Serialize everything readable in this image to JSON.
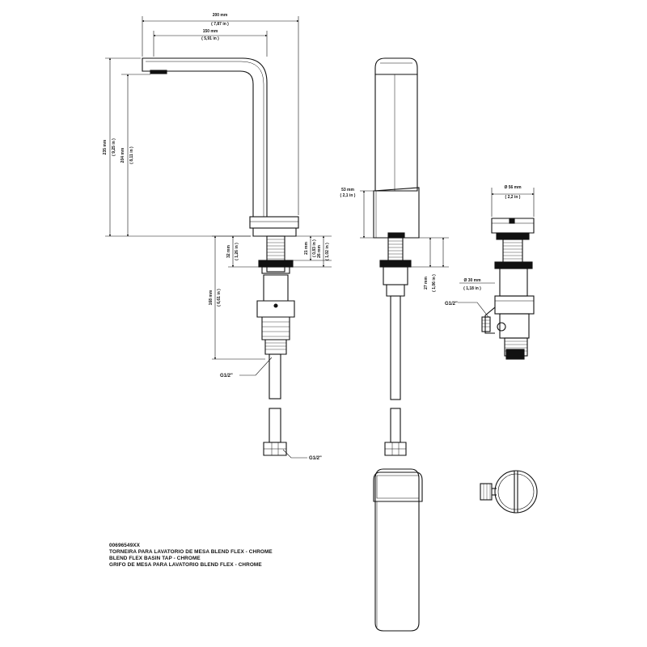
{
  "dimensions": {
    "overall_reach": {
      "mm": "200 mm",
      "in": "( 7,87 in )"
    },
    "spout_reach": {
      "mm": "150 mm",
      "in": "( 5,91 in )"
    },
    "overall_height": {
      "mm": "235 mm",
      "in": "( 9,25 in )"
    },
    "spout_height": {
      "mm": "204 mm",
      "in": "( 8,11 in )"
    },
    "nut_height": {
      "mm": "21 mm",
      "in": "( 0,83 in )"
    },
    "max_deck": {
      "mm": "26 mm",
      "in": "( 1,02 in )"
    },
    "flange_depth": {
      "mm": "32 mm",
      "in": "( 1,26 in )"
    },
    "shank_length": {
      "mm": "168 mm",
      "in": "( 6,61 in )"
    },
    "body_width": {
      "mm": "53 mm",
      "in": "( 2,1 in )"
    },
    "side_shank": {
      "mm": "27 mm",
      "in": "( 1,06 in )"
    },
    "base_diameter": {
      "mm": "Ø 56 mm",
      "in": "( 2,2 in )"
    },
    "hole_diameter": {
      "mm": "Ø 30 mm",
      "in": "( 1,18 in )"
    }
  },
  "callouts": {
    "g_main": "G1/2\"",
    "g_hose": "G1/2\"",
    "g_side": "G1/2\""
  },
  "title_block": {
    "code": "00696549XX",
    "line_pt": "TORNEIRA PARA LAVATORIO DE MESA BLEND FLEX - CHROME",
    "line_en": "BLEND FLEX BASIN TAP - CHROME",
    "line_es": "GRIFO DE MESA PARA LAVATORIO BLEND FLEX - CHROME"
  }
}
